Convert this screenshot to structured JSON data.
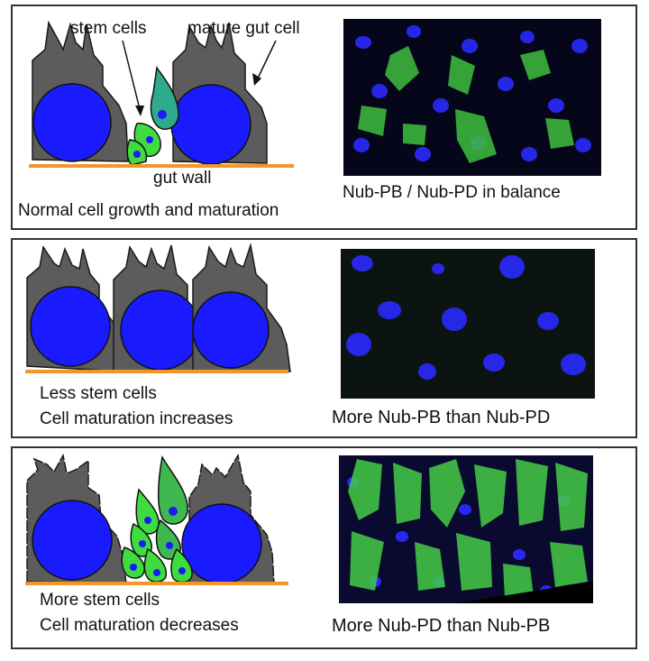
{
  "panels": [
    {
      "labels": {
        "stem": "stem cells",
        "mature": "mature gut cell",
        "wall": "gut wall",
        "caption": "Normal cell growth and maturation"
      },
      "image_caption": "Nub-PB / Nub-PD in balance"
    },
    {
      "caption_lines": [
        "Less stem cells",
        "Cell maturation increases"
      ],
      "image_caption": "More Nub-PB than Nub-PD"
    },
    {
      "caption_lines": [
        "More stem cells",
        "Cell maturation decreases"
      ],
      "image_caption": "More Nub-PD than Nub-PB"
    }
  ],
  "colors": {
    "nucleus": "#1a1aff",
    "mature_cell": "#5c5c5c",
    "stem_cell": "#3fdc3f",
    "gut_wall": "#f0962a",
    "micro_bg": "#06061a",
    "micro_green": "#3fbf3f"
  }
}
